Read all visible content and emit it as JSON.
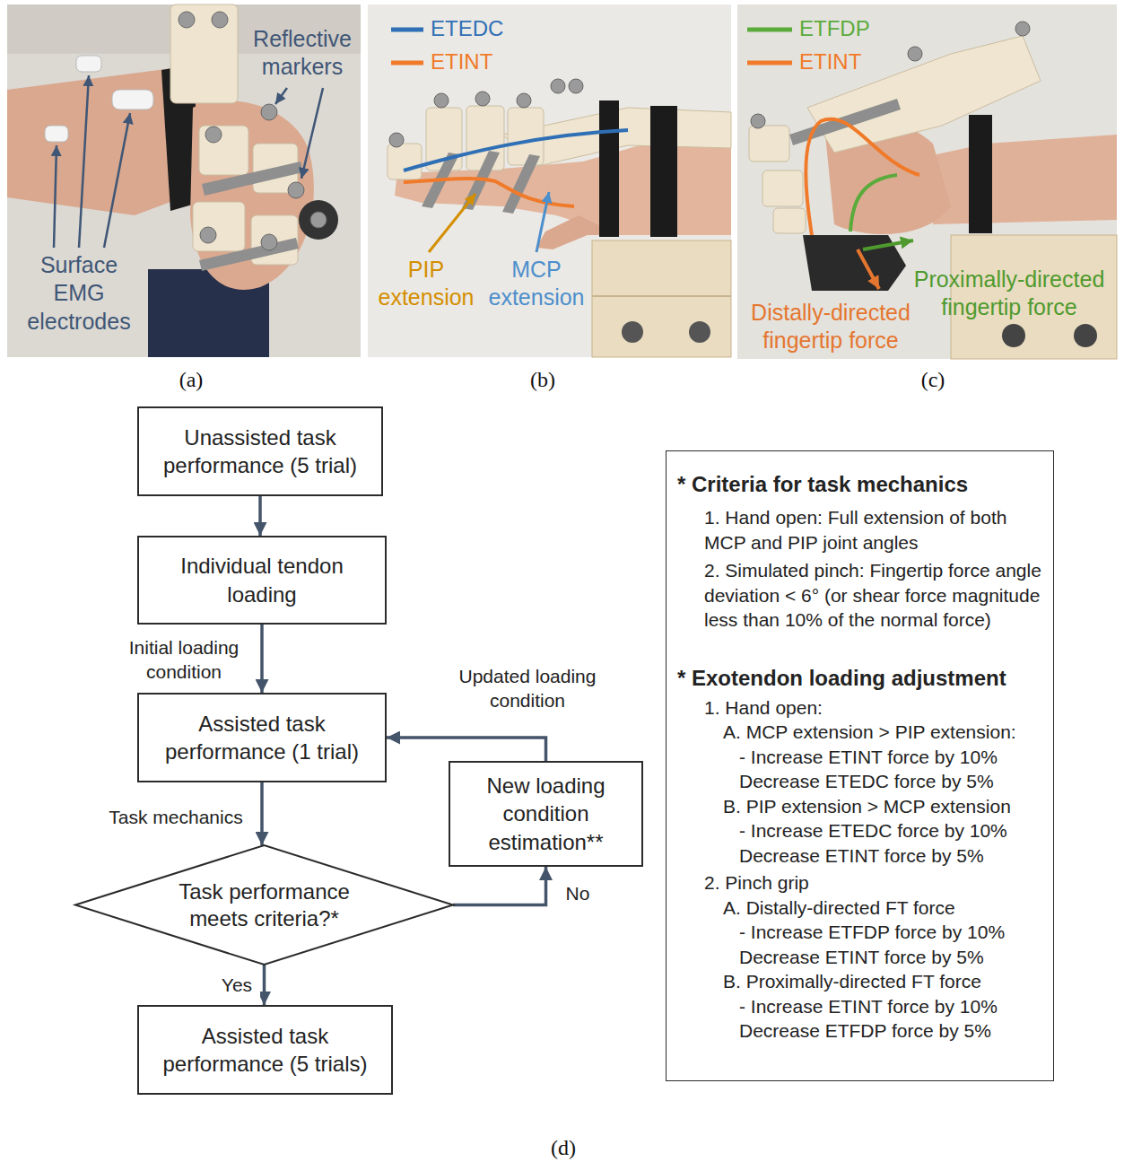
{
  "diagram": {
    "nodes": [
      {
        "text": [
          "Unassisted task performance (5 trial)"
        ]
      },
      {
        "text": [
          "Individual tendon loading"
        ]
      },
      {
        "text": [
          "Assisted task performance (1 trial)"
        ]
      },
      {
        "text": [
          "Task performance meets criteria?*"
        ]
      },
      {
        "text": [
          "New loading condition estimation**"
        ]
      },
      {
        "text": [
          "Assisted task performance (5 trials)"
        ]
      },
      {
        "text": [
          "* Criteria for task mechanics",
          "1. Hand open: Full extension of both MCP and PIP joint angles",
          "2. Simulated pinch: Fingertip force angle deviation < 6° (or shear force magnitude less than 10% of the normal force)",
          "* Exotendon loading adjustment",
          "1. Hand open:",
          "A. MCP extension > PIP extension:",
          "- Increase ETINT force by 10%",
          "Decrease ETEDC force by 5%",
          "B. PIP extension > MCP extension",
          "- Increase ETEDC force by 10%",
          "Decrease ETINT force by 5%",
          "2. Pinch grip",
          "A. Distally-directed FT force",
          "- Increase ETFDP force by 10%",
          "Decrease ETINT force by 5%",
          "B. Proximally-directed FT force",
          "- Increase ETINT force by 10%",
          "Decrease ETFDP force by 5%"
        ]
      }
    ],
    "edges": [
      {
        "from": 0,
        "to": 1,
        "arrow": "to"
      },
      {
        "from": 1,
        "to": 2,
        "label": "Initial loading condition",
        "arrow": "to"
      },
      {
        "from": 2,
        "to": 3,
        "label": "Task mechanics",
        "arrow": "to"
      },
      {
        "from": 3,
        "to": 4,
        "label": "No",
        "arrow": "to"
      },
      {
        "from": 4,
        "to": 2,
        "label": "Updated loading condition",
        "arrow": "to"
      },
      {
        "from": 3,
        "to": 5,
        "label": "Yes",
        "arrow": "to"
      }
    ],
    "labels": [
      "Reflective markers",
      "Surface EMG electrodes",
      "PIP extension",
      "MCP extension",
      "Distally-directed fingertip force",
      "Proximally-directed fingertip force",
      "(a)",
      "(b)",
      "(c)",
      "(d)"
    ],
    "legend": [
      {
        "text": "ETEDC",
        "color": "#2f6fb5"
      },
      {
        "text": "ETINT",
        "color": "#f07a2a"
      },
      {
        "text": "ETFDP",
        "color": "#5aab3c"
      },
      {
        "text": "ETINT",
        "color": "#f07a2a"
      }
    ]
  }
}
